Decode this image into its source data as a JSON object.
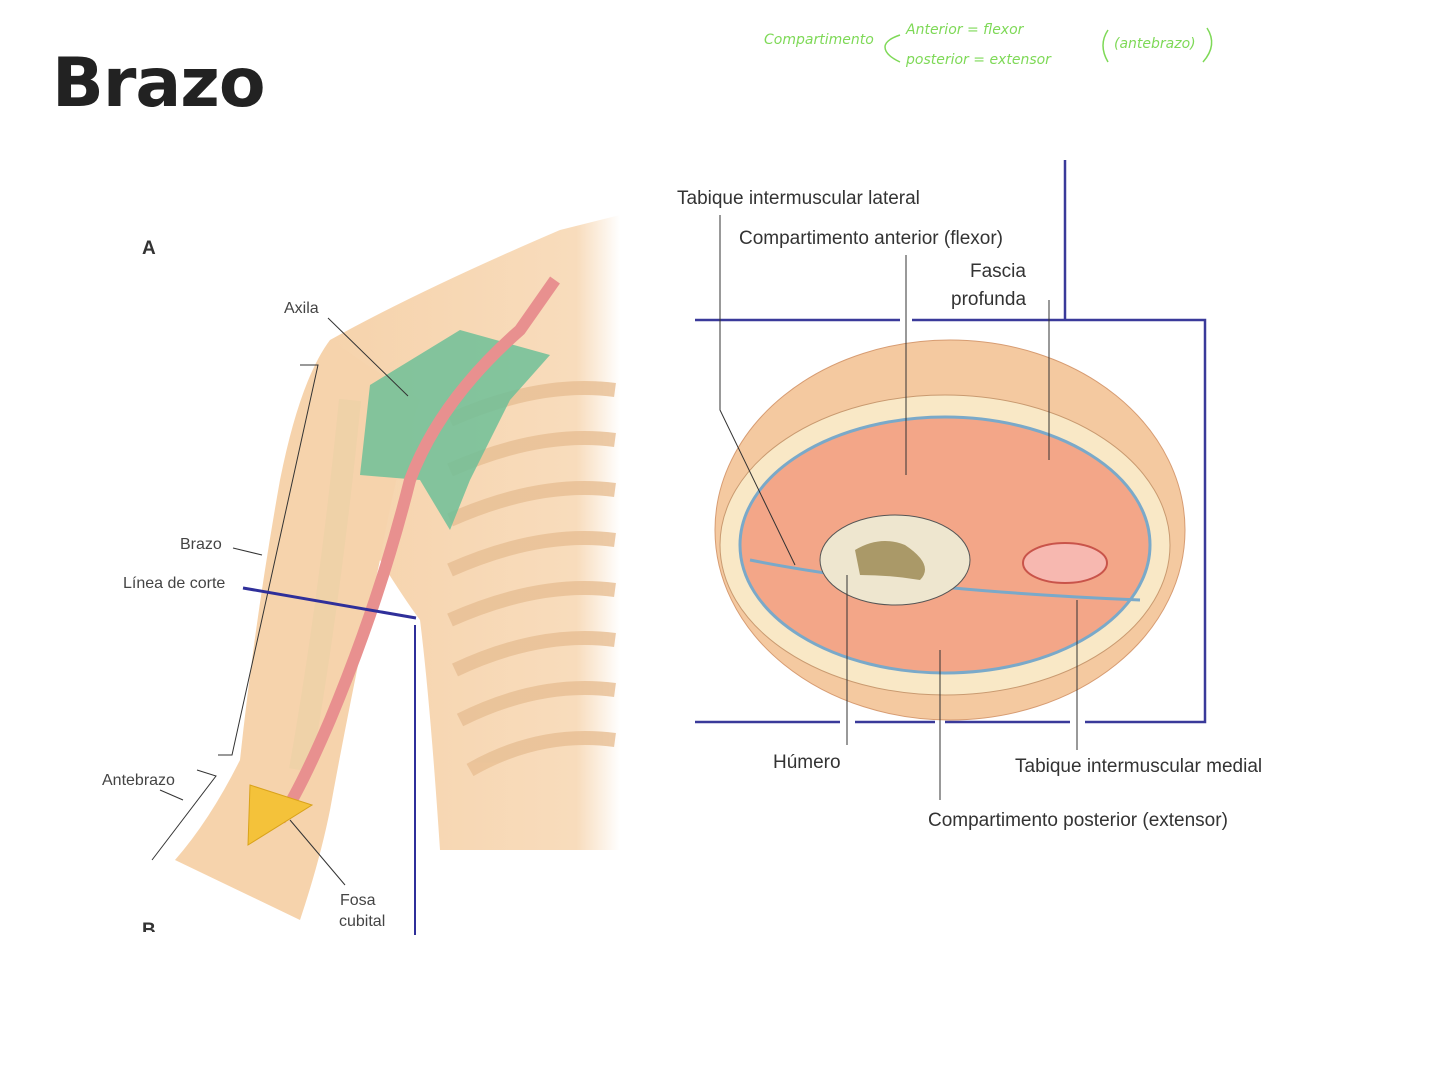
{
  "title": "Brazo",
  "notes": {
    "compartimento": "Compartimento",
    "anterior": "Anterior = flexor",
    "posterior": "posterior = extensor",
    "antebrazo": "(antebrazo)"
  },
  "figure_a": {
    "panel": "A",
    "panel_b": "B",
    "axila": "Axila",
    "brazo": "Brazo",
    "linea_corte": "Línea de corte",
    "antebrazo": "Antebrazo",
    "fosa_1": "Fosa",
    "fosa_2": "cubital"
  },
  "figure_b": {
    "tabique_lateral": "Tabique intermuscular lateral",
    "comp_anterior": "Compartimento anterior (flexor)",
    "fascia_1": "Fascia",
    "fascia_2": "profunda",
    "humero": "Húmero",
    "tabique_medial": "Tabique intermuscular medial",
    "comp_posterior": "Compartimento posterior (extensor)"
  },
  "colors": {
    "frame": "#3a3a9a",
    "skin": "#f6d3ac",
    "muscle": "#f0a07f",
    "green": "#7ed957"
  }
}
